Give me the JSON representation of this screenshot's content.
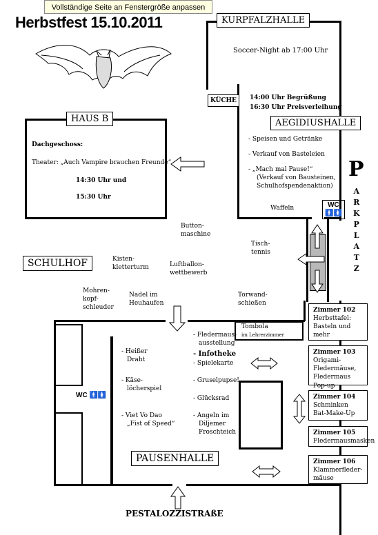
{
  "banner": "Vollständige Seite an Fenstergröße anpassen",
  "title": "Herbstfest 15.10.2011",
  "kurpfalzhalle": {
    "label": "KURPFALZHALLE",
    "text": "Soccer-Night ab 17:00 Uhr"
  },
  "kueche": "KÜCHE",
  "program": [
    "14:00 Uhr Begrüßung",
    "16:30 Uhr Preisverleihung"
  ],
  "aegidiushalle": {
    "label": "AEGIDIUSHALLE",
    "items": [
      "- Speisen und Getränke",
      "- Verkauf von Basteleien",
      "- „Mach mal Pause!“",
      "(Verkauf von Bausteinen,",
      "Schulhofspendenaktion)"
    ],
    "waffeln": "Waffeln"
  },
  "haus_b": {
    "label": "HAUS B",
    "floor": "Dachgeschoss:",
    "theater": "Theater: „Auch Vampire brauchen Freunde“",
    "time1": "14:30 Uhr und",
    "time2": "15:30 Uhr"
  },
  "parkplatz": {
    "p": "P",
    "letters": [
      "A",
      "R",
      "K",
      "P",
      "L",
      "A",
      "T",
      "Z"
    ]
  },
  "schulhof": {
    "label": "SCHULHOF",
    "button": [
      "Button-",
      "maschine"
    ],
    "kisten": [
      "Kisten-",
      "kletterturm"
    ],
    "luftballon": [
      "Luftballon-",
      "wettbewerb"
    ],
    "tischtennis": [
      "Tisch-",
      "tennis"
    ],
    "mohren": [
      "Mohren-",
      "kopf-",
      "schleuder"
    ],
    "nadel": [
      "Nadel im",
      "Heuhaufen"
    ],
    "torwand": [
      "Torwand-",
      "schießen"
    ]
  },
  "tombola": {
    "title": "Tombola",
    "sub": "im Lehrerzimmer"
  },
  "pausenhalle": {
    "label": "PAUSENHALLE",
    "left": [
      "- Heißer",
      "Draht",
      "- Käse-",
      "löcherspiel",
      "- Viet Vo Dao",
      "„Fist of Speed“"
    ],
    "fledermaus": [
      "- Fledermaus-",
      "ausstellung"
    ],
    "infotheke": "- Infotheke",
    "spielekarte": "- Spielekarte",
    "grusel": "- Gruselpupse!",
    "gluecksrad": "- Glücksrad",
    "angeln": [
      "- Angeln im",
      "Diljemer",
      "Froschteich"
    ]
  },
  "wc_label": "WC",
  "rooms": [
    {
      "title": "Zimmer 102",
      "lines": [
        "Herbsttafel:",
        "Basteln und mehr"
      ]
    },
    {
      "title": "Zimmer 103",
      "lines": [
        "Origami-",
        "Fledermäuse,",
        "Fledermaus Pop-up"
      ]
    },
    {
      "title": "Zimmer 104",
      "lines": [
        "Schminken",
        "Bat-Make-Up"
      ]
    },
    {
      "title": "Zimmer 105",
      "lines": [
        "Fledermausmasken"
      ]
    },
    {
      "title": "Zimmer 106",
      "lines": [
        "Klammerfleder-",
        "mäuse"
      ]
    }
  ],
  "street": "PESTALOZZISTRAßE",
  "colors": {
    "arrow_gray": "#b8b8b8",
    "banner_bg": "#ffffe1"
  }
}
